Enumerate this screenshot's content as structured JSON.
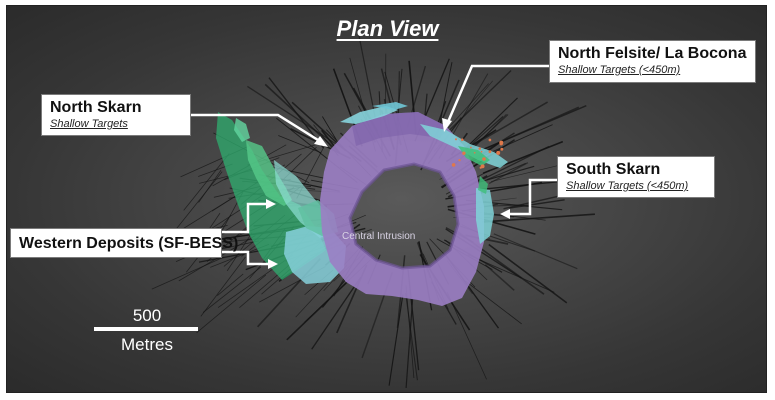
{
  "title": "Plan View",
  "callouts": {
    "north_skarn": {
      "name": "North Skarn",
      "note": "Shallow Targets"
    },
    "north_felsite": {
      "name": "North Felsite/ La Bocona",
      "note": "Shallow Targets (<450m)"
    },
    "south_skarn": {
      "name": "South Skarn",
      "note": "Shallow Targets (<450m)"
    },
    "western": {
      "name": "Western Deposits (SF-BESS)"
    }
  },
  "central_label": "Central Intrusion",
  "scale": {
    "value": "500",
    "unit": "Metres"
  },
  "colors": {
    "background": "#3f3f3f",
    "intrusion": "#9b7ec4",
    "skarn_cyan": "#7fd3d8",
    "skarn_green": "#3fbf7a",
    "drillhole": "#141414",
    "arrow": "#ffffff"
  }
}
